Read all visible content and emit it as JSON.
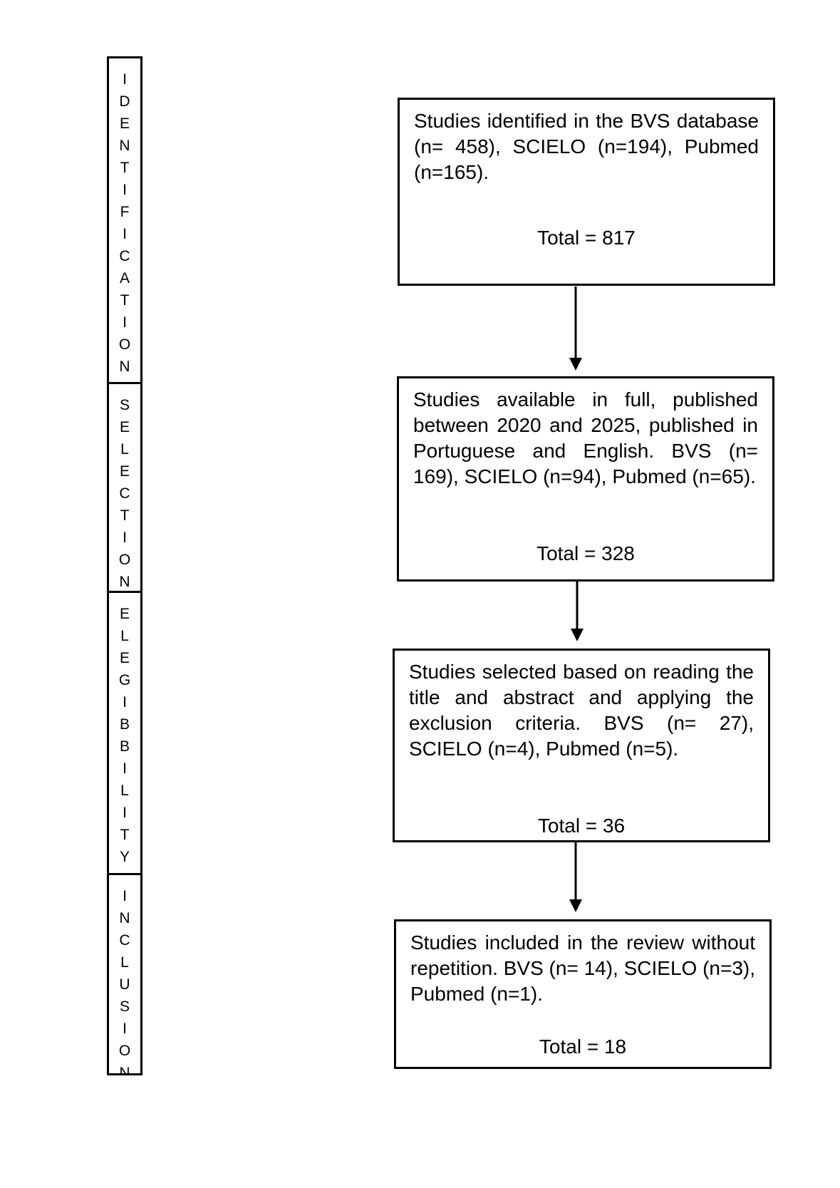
{
  "stages": [
    {
      "label": "IDENTIFICATION"
    },
    {
      "label": "SELECTION"
    },
    {
      "label": "ELEGIBBILITY"
    },
    {
      "label": "INCLUSION"
    }
  ],
  "boxes": [
    {
      "text": "Studies identified in the BVS database (n= 458), SCIELO (n=194), Pubmed (n=165).",
      "total": "Total = 817"
    },
    {
      "text": "Studies available in full, published between 2020 and 2025, published in Portuguese and English. BVS (n= 169), SCIELO (n=94), Pubmed (n=65).",
      "total": "Total = 328"
    },
    {
      "text": "Studies selected based on reading the title and abstract and applying the exclusion criteria. BVS (n= 27), SCIELO (n=4), Pubmed (n=5).",
      "total": "Total = 36"
    },
    {
      "text": "Studies included in the review without repetition. BVS (n= 14), SCIELO (n=3), Pubmed (n=1).",
      "total": "Total = 18"
    }
  ]
}
